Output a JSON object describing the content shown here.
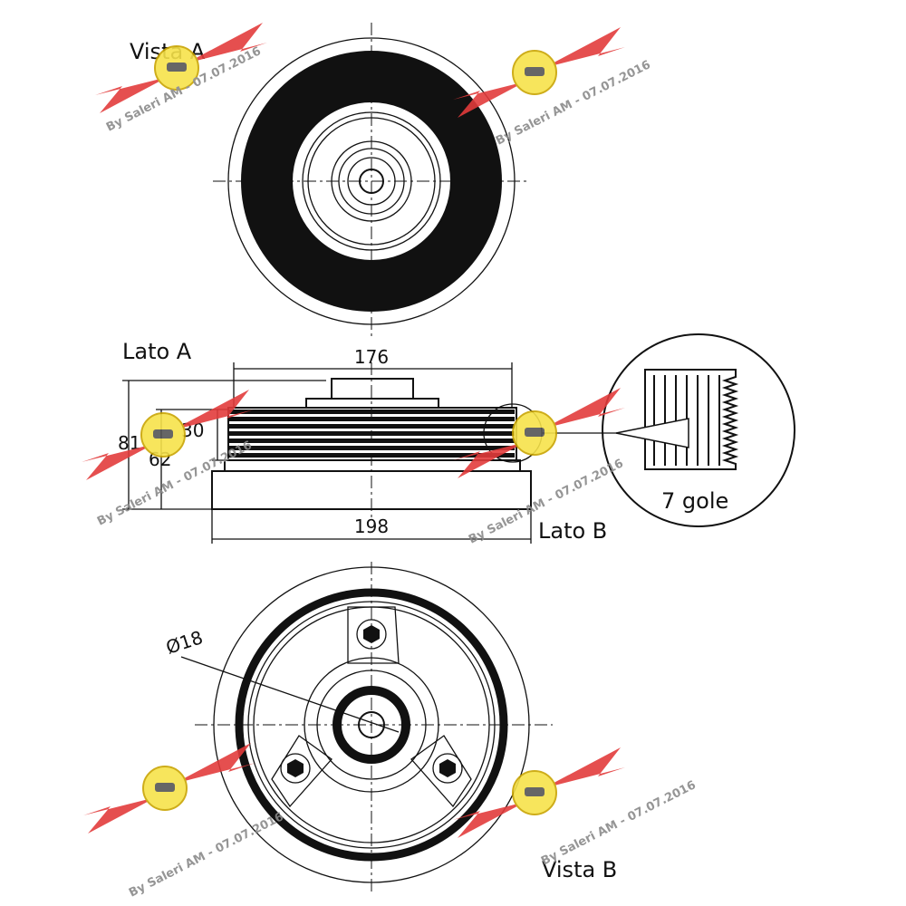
{
  "labels": {
    "vista_a": "Vista A",
    "lato_a": "Lato A",
    "lato_b": "Lato B",
    "vista_b": "Vista B",
    "detail": "7 gole"
  },
  "dimensions": {
    "top_width": "176",
    "bottom_width": "198",
    "overall_height": "81",
    "pulley_height": "62",
    "hub_height": "30",
    "bore_diameter": "Ø18"
  },
  "watermark": {
    "text": "By Saleri AM - 07.07.2016",
    "badge_color": "#f6e24a",
    "wing_color": "#e23b3b"
  }
}
